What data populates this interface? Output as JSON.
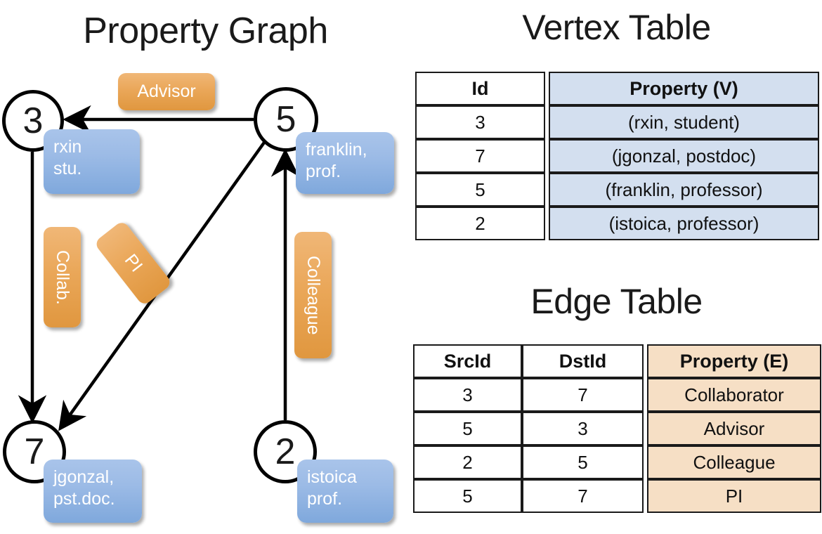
{
  "titles": {
    "property_graph": "Property Graph",
    "vertex_table": "Vertex Table",
    "edge_table": "Edge Table"
  },
  "colors": {
    "node_fill": "#ffffff",
    "node_stroke": "#000000",
    "vertex_property_cell": "#d3dfef",
    "edge_property_cell": "#f6dfc5",
    "blue_box_top": "#a9c4ea",
    "blue_box_bottom": "#7fa8dc",
    "orange_label_top": "#f0b777",
    "orange_label_bottom": "#e0973f"
  },
  "graph": {
    "nodes": [
      {
        "id": "3",
        "property_line1": "rxin",
        "property_line2": "stu."
      },
      {
        "id": "5",
        "property_line1": "franklin,",
        "property_line2": "prof."
      },
      {
        "id": "7",
        "property_line1": "jgonzal,",
        "property_line2": "pst.doc."
      },
      {
        "id": "2",
        "property_line1": "istoica",
        "property_line2": "prof."
      }
    ],
    "edge_labels": [
      {
        "label": "Advisor",
        "orientation": "horizontal"
      },
      {
        "label": "Collab.",
        "orientation": "vertical"
      },
      {
        "label": "PI",
        "orientation": "vertical-rotated"
      },
      {
        "label": "Colleague",
        "orientation": "vertical"
      }
    ]
  },
  "vertex_table": {
    "headers": [
      "Id",
      "Property (V)"
    ],
    "rows": [
      {
        "id": "3",
        "property": "(rxin, student)"
      },
      {
        "id": "7",
        "property": "(jgonzal, postdoc)"
      },
      {
        "id": "5",
        "property": "(franklin, professor)"
      },
      {
        "id": "2",
        "property": "(istoica, professor)"
      }
    ]
  },
  "edge_table": {
    "headers": [
      "SrcId",
      "DstId",
      "Property (E)"
    ],
    "rows": [
      {
        "src": "3",
        "dst": "7",
        "property": "Collaborator"
      },
      {
        "src": "5",
        "dst": "3",
        "property": "Advisor"
      },
      {
        "src": "2",
        "dst": "5",
        "property": "Colleague"
      },
      {
        "src": "5",
        "dst": "7",
        "property": "PI"
      }
    ]
  }
}
